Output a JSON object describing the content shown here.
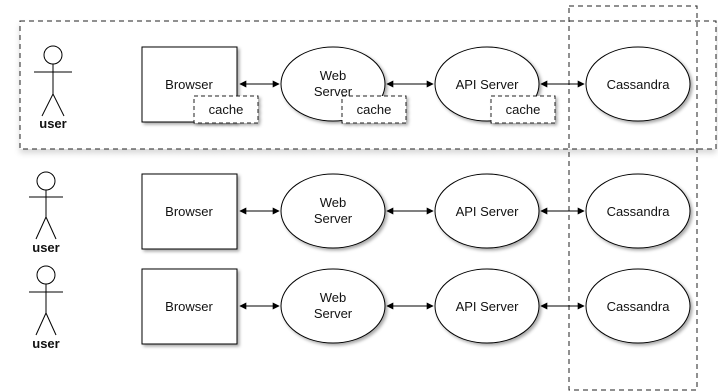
{
  "actor_label": "user",
  "browser_label": "Browser",
  "web_server_line1": "Web",
  "web_server_line2": "Server",
  "api_server_label": "API Server",
  "cassandra_label": "Cassandra",
  "cache_label": "cache"
}
